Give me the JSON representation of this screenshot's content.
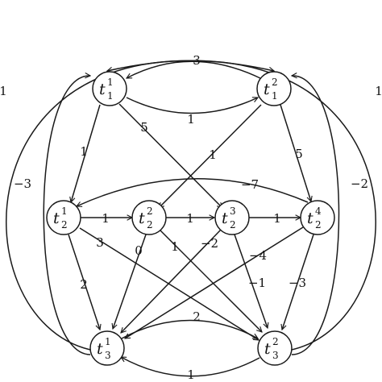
{
  "nodes": [
    {
      "id": "t1_1",
      "base": "t",
      "sup": "1",
      "sub": "1"
    },
    {
      "id": "t1_2",
      "base": "t",
      "sup": "2",
      "sub": "1"
    },
    {
      "id": "t2_1",
      "base": "t",
      "sup": "1",
      "sub": "2"
    },
    {
      "id": "t2_2",
      "base": "t",
      "sup": "2",
      "sub": "2"
    },
    {
      "id": "t2_3",
      "base": "t",
      "sup": "3",
      "sub": "2"
    },
    {
      "id": "t2_4",
      "base": "t",
      "sup": "4",
      "sub": "2"
    },
    {
      "id": "t3_1",
      "base": "t",
      "sup": "1",
      "sub": "3"
    },
    {
      "id": "t3_2",
      "base": "t",
      "sup": "2",
      "sub": "3"
    }
  ],
  "edges": [
    {
      "id": "e_t12_t11",
      "from": "t1_2",
      "to": "t1_1",
      "weight": "3"
    },
    {
      "id": "e_t11_t12",
      "from": "t1_1",
      "to": "t1_2",
      "weight": "1"
    },
    {
      "id": "e_t11_t21",
      "from": "t1_1",
      "to": "t2_1",
      "weight": "1"
    },
    {
      "id": "e_t11_t23",
      "from": "t1_1",
      "to": "t2_3",
      "weight": "5"
    },
    {
      "id": "e_t12_t22",
      "from": "t1_2",
      "to": "t2_2",
      "weight": "1"
    },
    {
      "id": "e_t12_t24",
      "from": "t1_2",
      "to": "t2_4",
      "weight": "5"
    },
    {
      "id": "e_t21_t22",
      "from": "t2_1",
      "to": "t2_2",
      "weight": "1"
    },
    {
      "id": "e_t22_t23",
      "from": "t2_2",
      "to": "t2_3",
      "weight": "1"
    },
    {
      "id": "e_t23_t24",
      "from": "t2_3",
      "to": "t2_4",
      "weight": "1"
    },
    {
      "id": "e_t24_t21",
      "from": "t2_4",
      "to": "t2_1",
      "weight": "−7"
    },
    {
      "id": "e_t21_t31",
      "from": "t2_1",
      "to": "t3_1",
      "weight": "2"
    },
    {
      "id": "e_t21_t32",
      "from": "t2_1",
      "to": "t3_2",
      "weight": "3"
    },
    {
      "id": "e_t22_t31",
      "from": "t2_2",
      "to": "t3_1",
      "weight": "0"
    },
    {
      "id": "e_t22_t32",
      "from": "t2_2",
      "to": "t3_2",
      "weight": "1"
    },
    {
      "id": "e_t23_t31",
      "from": "t2_3",
      "to": "t3_1",
      "weight": "−2"
    },
    {
      "id": "e_t23_t32",
      "from": "t2_3",
      "to": "t3_2",
      "weight": "−1"
    },
    {
      "id": "e_t24_t31",
      "from": "t2_4",
      "to": "t3_1",
      "weight": "−4"
    },
    {
      "id": "e_t24_t32",
      "from": "t2_4",
      "to": "t3_2",
      "weight": "−3"
    },
    {
      "id": "e_t31_t32",
      "from": "t3_1",
      "to": "t3_2",
      "weight": "2"
    },
    {
      "id": "e_t32_t31",
      "from": "t3_2",
      "to": "t3_1",
      "weight": "1"
    },
    {
      "id": "e_t31_t11",
      "from": "t3_1",
      "to": "t1_1",
      "weight": "−3"
    },
    {
      "id": "e_t32_t12",
      "from": "t3_2",
      "to": "t1_2",
      "weight": "−2"
    },
    {
      "id": "e_t31_t12",
      "from": "t3_1",
      "to": "t1_2",
      "weight": "1"
    },
    {
      "id": "e_t32_t11",
      "from": "t3_2",
      "to": "t1_1",
      "weight": "1"
    }
  ]
}
